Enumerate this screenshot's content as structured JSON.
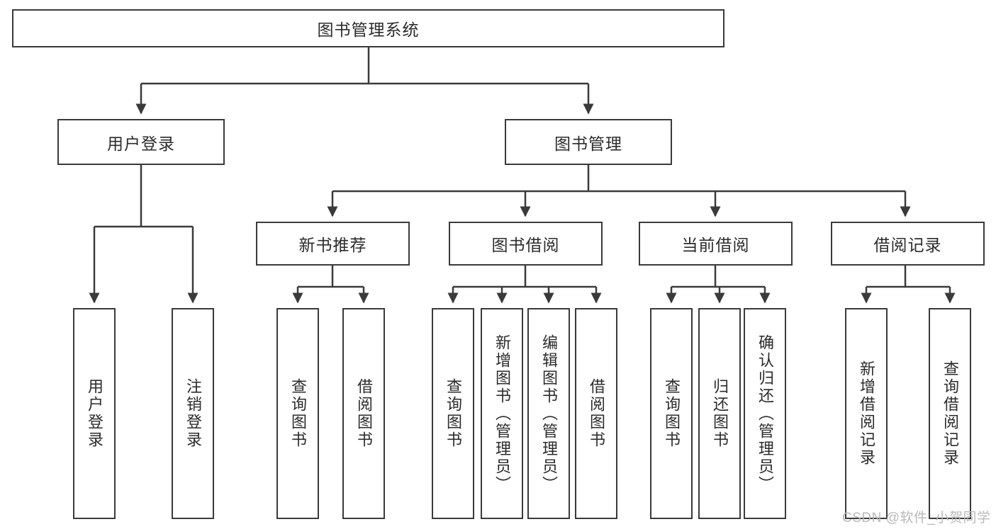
{
  "diagram": {
    "type": "tree-hierarchy",
    "title": "图书管理系统",
    "watermark": "CSDN @软件_小贺同学",
    "colors": {
      "background": "#ffffff",
      "box_border": "#3a3a3a",
      "box_fill": "#ffffff",
      "edge": "#3a3a3a",
      "text": "#2b2b2b",
      "watermark": "#b9b9b9"
    },
    "root": {
      "label": "图书管理系统"
    },
    "level2": [
      {
        "id": "user-login",
        "label": "用户登录"
      },
      {
        "id": "book-manage",
        "label": "图书管理"
      }
    ],
    "level3": [
      {
        "id": "new-book-recommend",
        "label": "新书推荐"
      },
      {
        "id": "book-borrow",
        "label": "图书借阅"
      },
      {
        "id": "current-borrow",
        "label": "当前借阅"
      },
      {
        "id": "borrow-record",
        "label": "借阅记录"
      }
    ],
    "leaves": {
      "user-login": [
        {
          "id": "leaf-user-login",
          "label": "用户登录"
        },
        {
          "id": "leaf-logout-login",
          "label": "注销登录"
        }
      ],
      "new-book-recommend": [
        {
          "id": "leaf-query-book-1",
          "label": "查询图书"
        },
        {
          "id": "leaf-borrow-book-1",
          "label": "借阅图书"
        }
      ],
      "book-borrow": [
        {
          "id": "leaf-query-book-2",
          "label": "查询图书"
        },
        {
          "id": "leaf-add-book",
          "label": "新增图书（管理员）"
        },
        {
          "id": "leaf-edit-book",
          "label": "编辑图书（管理员）"
        },
        {
          "id": "leaf-borrow-book-2",
          "label": "借阅图书"
        }
      ],
      "current-borrow": [
        {
          "id": "leaf-query-book-3",
          "label": "查询图书"
        },
        {
          "id": "leaf-return-book",
          "label": "归还图书"
        },
        {
          "id": "leaf-confirm-return",
          "label": "确认归还（管理员）"
        }
      ],
      "borrow-record": [
        {
          "id": "leaf-add-record",
          "label": "新增借阅记录"
        },
        {
          "id": "leaf-query-record",
          "label": "查询借阅记录"
        }
      ]
    }
  }
}
